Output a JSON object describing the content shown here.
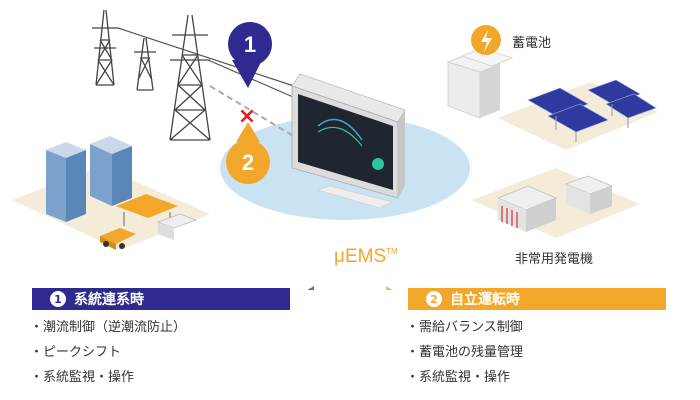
{
  "labels": {
    "battery": "蓄電池",
    "generator": "非常用発電機",
    "product": "μEMS",
    "trademark": "TM"
  },
  "markers": {
    "grid": "1",
    "island": "2",
    "disconnect": "×"
  },
  "modes": {
    "grid": {
      "number": "1",
      "title": "系統連系時",
      "color": "#2e2a8f",
      "items": [
        "潮流制御（逆潮流防止）",
        "ピークシフト",
        "系統監視・操作"
      ]
    },
    "island": {
      "number": "2",
      "title": "自立運転時",
      "color": "#f2a72a",
      "items": [
        "需給バランス制御",
        "蓄電池の残量管理",
        "系統監視・操作"
      ]
    }
  },
  "icons": [
    "transmission-tower-icon",
    "monitor-icon",
    "battery-icon",
    "solar-panel-icon",
    "generator-icon",
    "building-icon",
    "gas-station-icon",
    "car-icon"
  ]
}
